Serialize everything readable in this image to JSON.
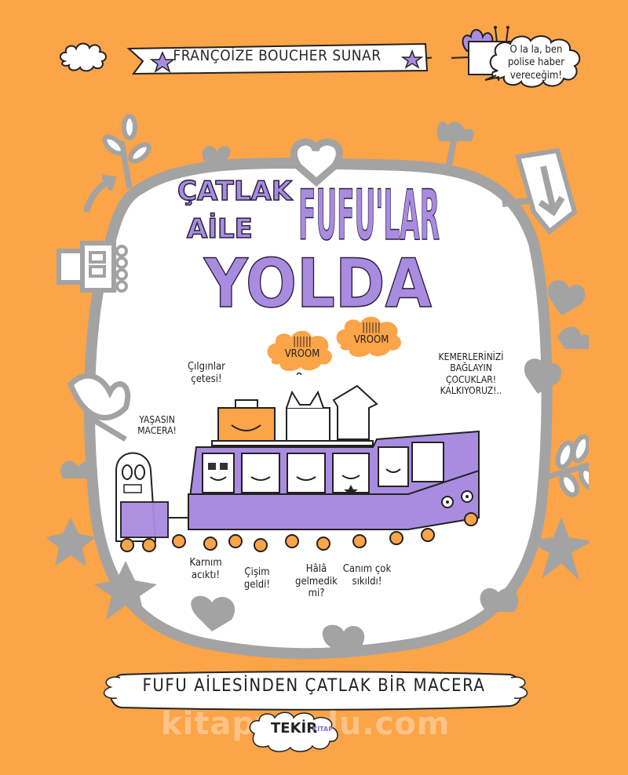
{
  "cover": {
    "background_color": "#fba448",
    "accent_purple": "#a98ce0",
    "frame_gray": "#a3a3a3",
    "author": "FRANÇOİZE BOUCHER SUNAR",
    "speech_bubble": [
      "O la la, ben",
      "polise haber",
      "vereceğim!"
    ],
    "title": {
      "line1a": "ÇATLAK",
      "line1b": "AİLE",
      "line1c": "FUFU'LAR",
      "line2": "YOLDA"
    },
    "thought_bubbles": [
      {
        "sound": "||||||",
        "text": "VROOM"
      },
      {
        "sound": "||||||",
        "text": "VROOM"
      }
    ],
    "quotes": {
      "cilginlar": [
        "Çılgınlar",
        "çetesi!"
      ],
      "kemer": [
        "KEMERLERİNİZİ",
        "BAĞLAYIN",
        "ÇOCUKLAR!",
        "KALKIYORUZ!.."
      ],
      "yasasin": [
        "YAŞASIN",
        "MACERA!"
      ],
      "karnim": [
        "Karnım",
        "acıktı!"
      ],
      "cisim": [
        "Çişim",
        "geldi!"
      ],
      "hala": [
        "Hâlâ",
        "gelmedik",
        "mi?"
      ],
      "canim": [
        "Canım çok",
        "sıkıldı!"
      ]
    },
    "subtitle": "FUFU AİLESİNDEN ÇATLAK BİR MACERA",
    "publisher": {
      "name": "TEKİR",
      "suffix": "KİTAP"
    },
    "watermark": "kitapyurdu.com"
  }
}
